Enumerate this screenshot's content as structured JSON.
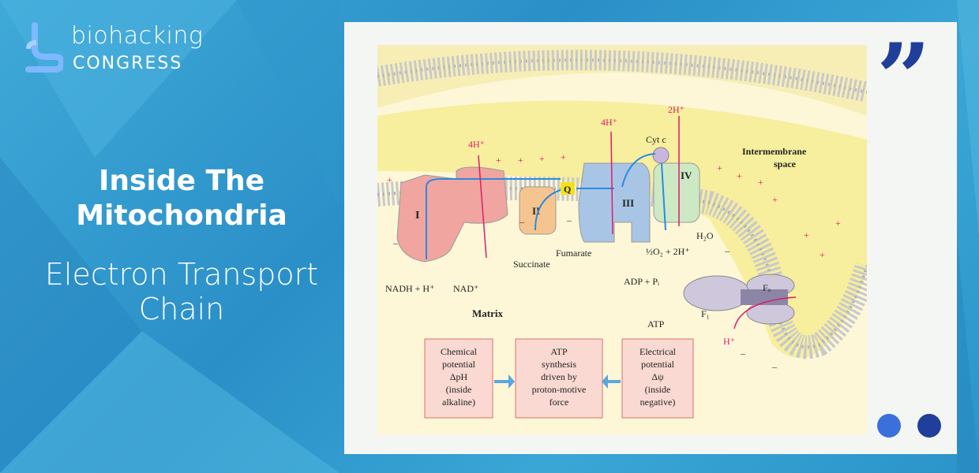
{
  "brand": {
    "name_top": "biohacking",
    "name_bottom": "CONGRESS"
  },
  "heading": {
    "title": "Inside The Mitochondria",
    "subtitle": "Electron Transport Chain"
  },
  "colors": {
    "quote": "#1f3f9a",
    "dot_light": "#3a6fdc",
    "dot_dark": "#1f3f9a"
  },
  "quote_mark": "”",
  "diagram": {
    "complex_I": "I",
    "complex_II": "II",
    "complex_III": "III",
    "complex_IV": "IV",
    "q": "Q",
    "cyt_c": "Cyt c",
    "h4_left": "4H⁺",
    "h4_mid": "4H⁺",
    "h2_right": "2H⁺",
    "nadh": "NADH + H⁺",
    "nad": "NAD⁺",
    "succinate": "Succinate",
    "fumarate": "Fumarate",
    "water": "H₂O",
    "oxygen": "½O₂ + 2H⁺",
    "adp": "ADP + Pᵢ",
    "atp": "ATP",
    "fo": "Fₒ",
    "f1": "F₁",
    "h_out": "H⁺",
    "matrix": "Matrix",
    "intermembrane_1": "Intermembrane",
    "intermembrane_2": "space",
    "box_left": [
      "Chemical",
      "potential",
      "ΔpH",
      "(inside",
      "alkaline)"
    ],
    "box_mid": [
      "ATP",
      "synthesis",
      "driven by",
      "proton-motive",
      "force"
    ],
    "box_right": [
      "Electrical",
      "potential",
      "Δψ",
      "(inside",
      "negative)"
    ]
  }
}
